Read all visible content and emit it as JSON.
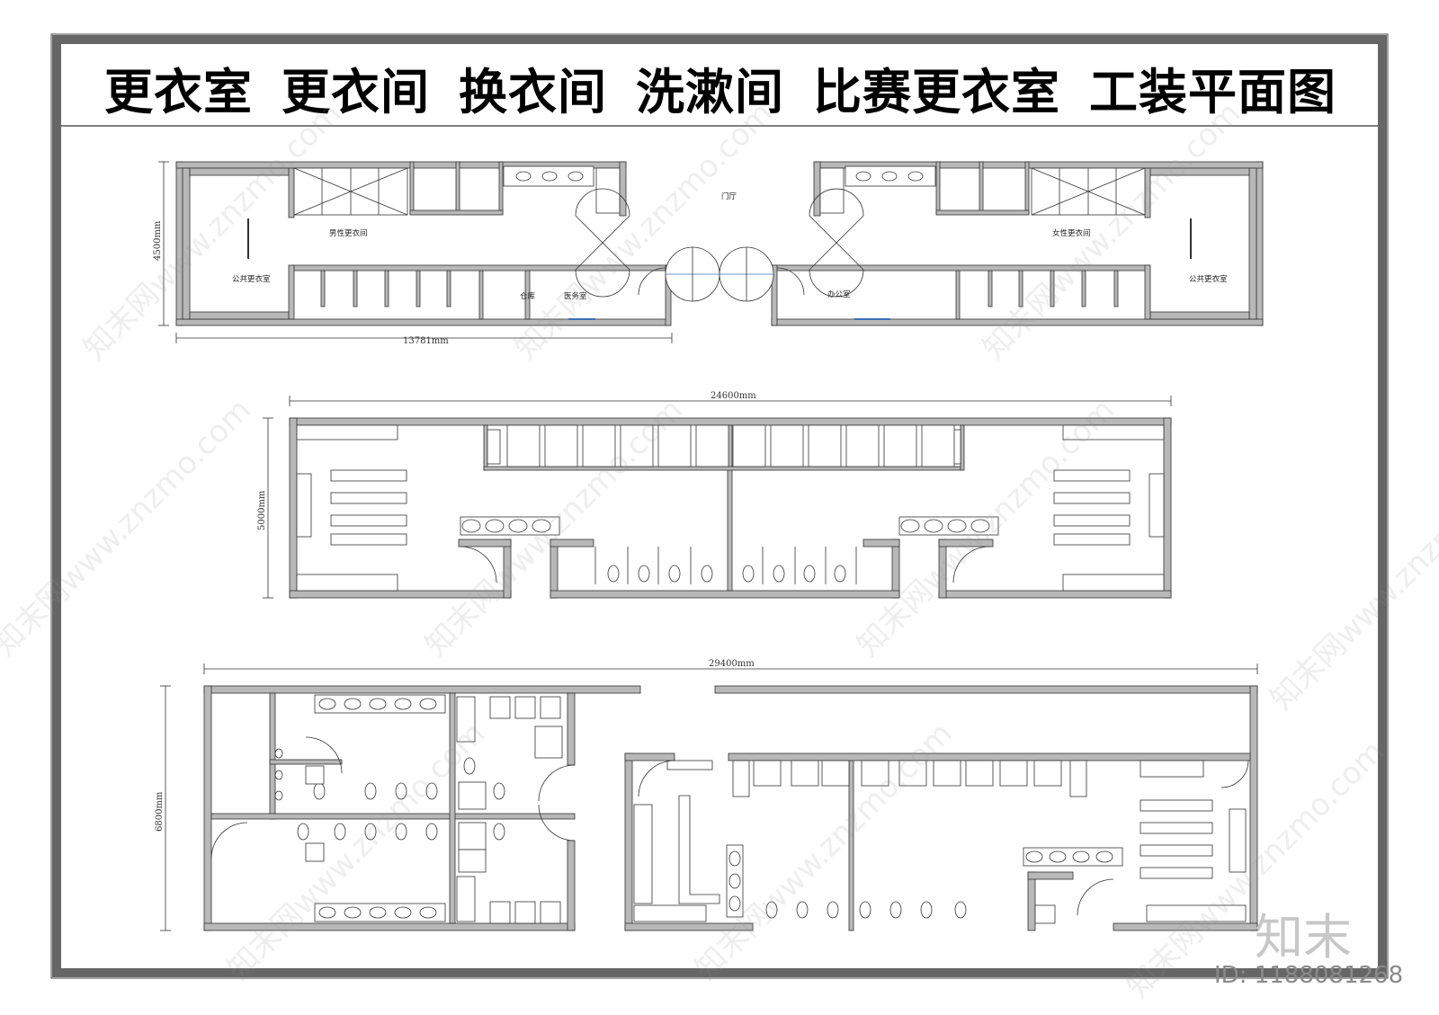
{
  "title": {
    "segments": [
      "更衣室",
      "更衣间",
      "换衣间",
      "洗漱间",
      "比赛更衣室",
      "工装平面图"
    ]
  },
  "plan1": {
    "rooms": {
      "men_changing": "男性更衣间",
      "women_changing": "女性更衣间",
      "public_left": "公共更衣室",
      "public_right": "公共更衣室",
      "lobby": "门厅",
      "storage": "仓库",
      "medical": "医务室",
      "office": "办公室"
    },
    "dim_width": "13781mm",
    "dim_height": "4500mm"
  },
  "plan2": {
    "dim_width": "24600mm",
    "dim_height": "5000mm"
  },
  "plan3": {
    "dim_width": "29400mm",
    "dim_height": "6800mm"
  },
  "watermark": {
    "text": "知末网www.znzmo.com",
    "logo": "知末",
    "id_label": "ID: 1188081268"
  },
  "colors": {
    "wall_fill": "#b8b8b8",
    "wall_stroke": "#333333",
    "frame": "#555555",
    "window": "#3b6fb6"
  }
}
